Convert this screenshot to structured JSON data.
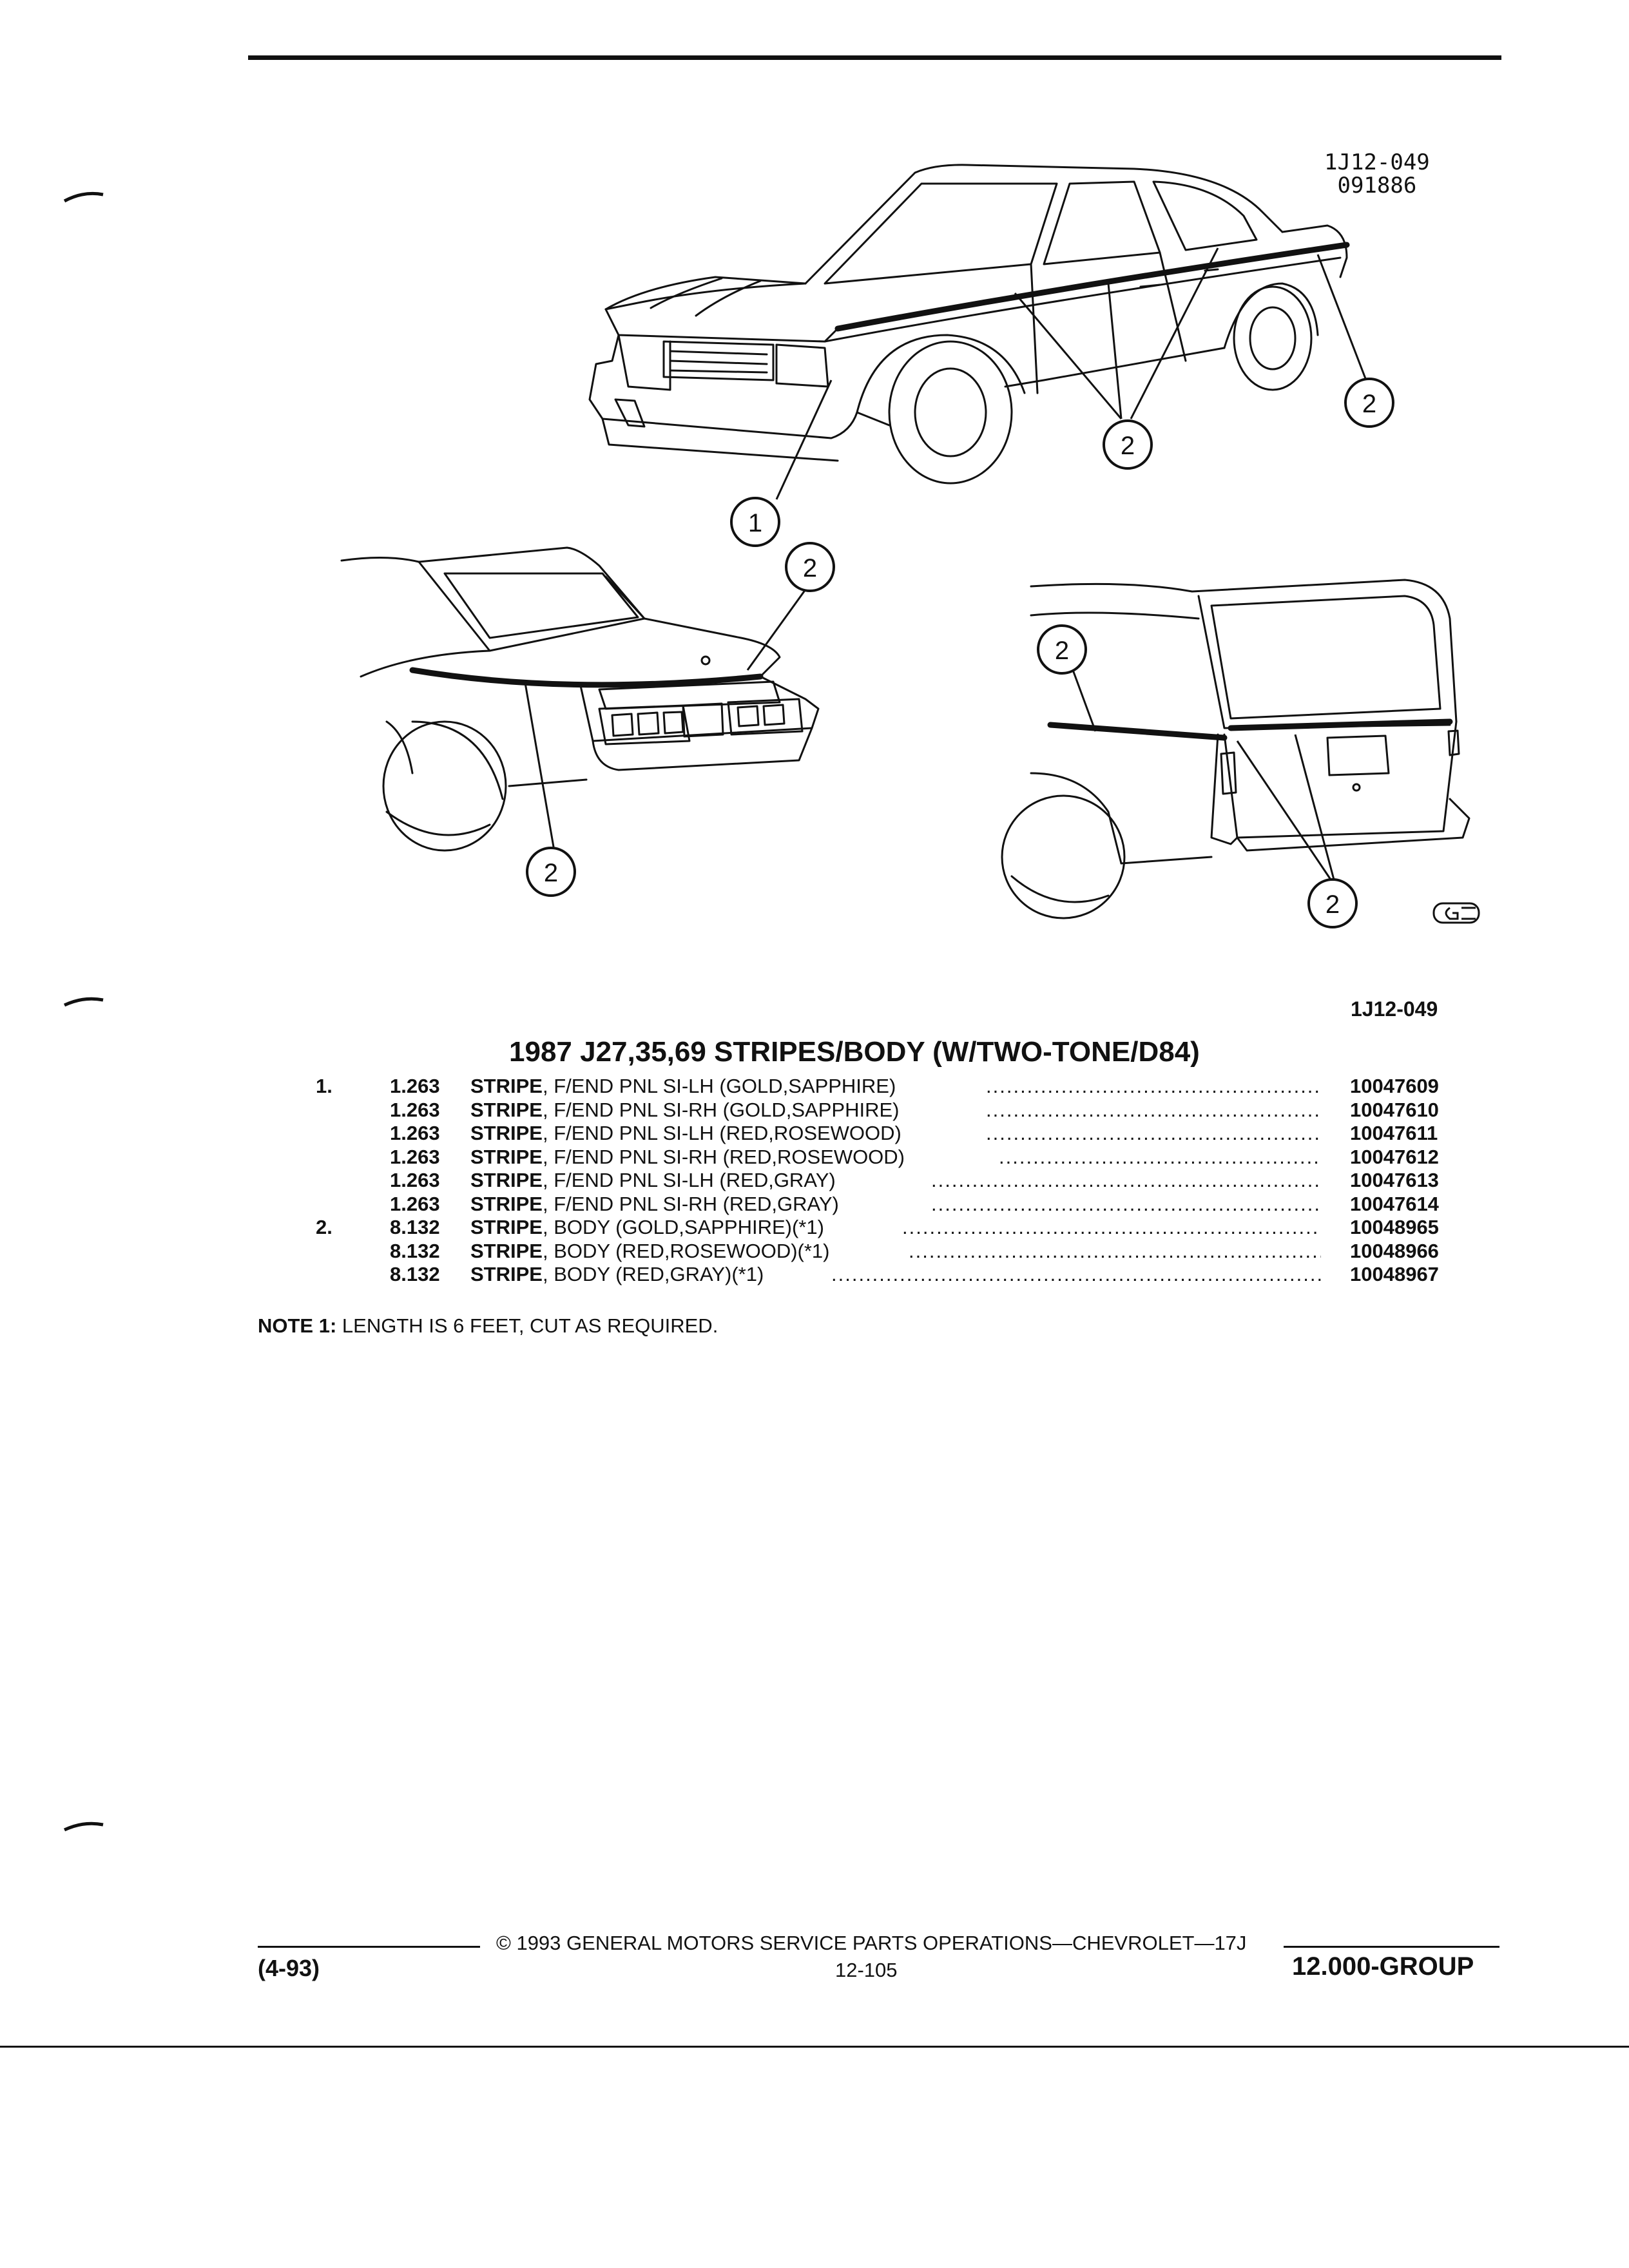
{
  "figure": {
    "id_line1": "1J12-049",
    "id_line2": "091886",
    "code": "1J12-049",
    "callouts": {
      "front_stripe": "1",
      "body_stripe": "2"
    },
    "icons": [
      "sedan-car-illustration",
      "coupe-rear-illustration",
      "wagon-rear-illustration",
      "gm-logo-icon"
    ]
  },
  "title": "1987 J27,35,69 STRIPES/BODY (W/TWO-TONE/D84)",
  "parts": [
    {
      "index": "1.",
      "qty": "1.263",
      "name": "STRIPE",
      "desc": ", F/END PNL SI-LH (GOLD,SAPPHIRE)",
      "part_no": "10047609"
    },
    {
      "index": "",
      "qty": "1.263",
      "name": "STRIPE",
      "desc": ", F/END PNL SI-RH (GOLD,SAPPHIRE)",
      "part_no": "10047610"
    },
    {
      "index": "",
      "qty": "1.263",
      "name": "STRIPE",
      "desc": ", F/END PNL SI-LH (RED,ROSEWOOD)",
      "part_no": "10047611"
    },
    {
      "index": "",
      "qty": "1.263",
      "name": "STRIPE",
      "desc": ", F/END PNL SI-RH (RED,ROSEWOOD)",
      "part_no": "10047612"
    },
    {
      "index": "",
      "qty": "1.263",
      "name": "STRIPE",
      "desc": ", F/END PNL SI-LH (RED,GRAY)",
      "part_no": "10047613"
    },
    {
      "index": "",
      "qty": "1.263",
      "name": "STRIPE",
      "desc": ", F/END PNL SI-RH (RED,GRAY)",
      "part_no": "10047614"
    },
    {
      "index": "2.",
      "qty": "8.132",
      "name": "STRIPE",
      "desc": ", BODY (GOLD,SAPPHIRE)(*1)",
      "part_no": "10048965"
    },
    {
      "index": "",
      "qty": "8.132",
      "name": "STRIPE",
      "desc": ", BODY (RED,ROSEWOOD)(*1)",
      "part_no": "10048966"
    },
    {
      "index": "",
      "qty": "8.132",
      "name": "STRIPE",
      "desc": ", BODY (RED,GRAY)(*1)",
      "part_no": "10048967"
    }
  ],
  "note": {
    "label": "NOTE  1:",
    "text": "LENGTH IS 6 FEET, CUT AS REQUIRED."
  },
  "footer": {
    "date": "(4-93)",
    "copyright": "© 1993  GENERAL MOTORS SERVICE PARTS OPERATIONS—CHEVROLET—17J",
    "page": "12-105",
    "group": "12.000-GROUP"
  }
}
